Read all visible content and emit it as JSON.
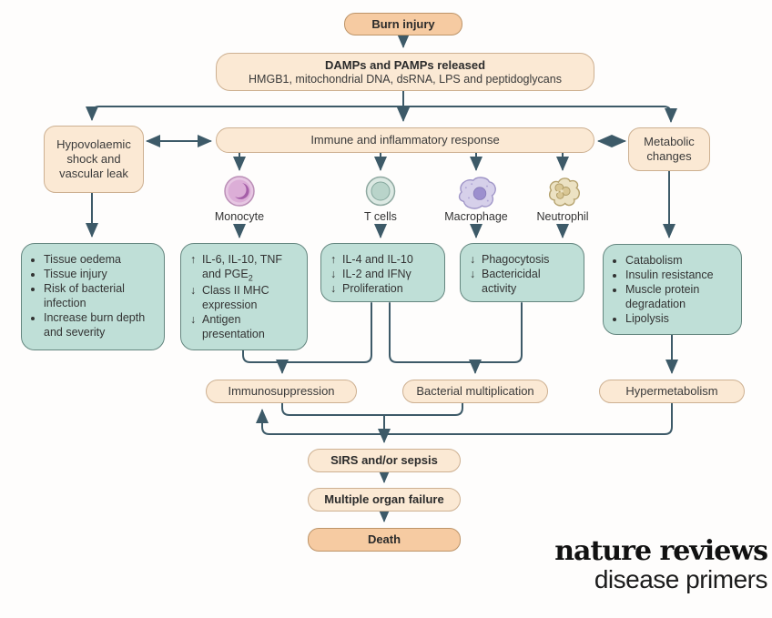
{
  "figure": {
    "burn": "Burn injury",
    "damps": {
      "title": "DAMPs and PAMPs released",
      "detail": "HMGB1, mitochondrial DNA, dsRNA, LPS and peptidoglycans"
    },
    "hypovolaemic": "Hypovolaemic shock and vascular leak",
    "immune": "Immune and inflammatory response",
    "metabolic": "Metabolic changes",
    "cells": {
      "monocyte": "Monocyte",
      "tcells": "T cells",
      "macrophage": "Macrophage",
      "neutrophil": "Neutrophil"
    },
    "shock_effects": [
      "Tissue oedema",
      "Tissue injury",
      "Risk of bacterial infection",
      "Increase burn depth and severity"
    ],
    "monocyte_effects": [
      {
        "glyph": "↑",
        "text": "IL-6, IL-10, TNF and PGE",
        "sub": "2"
      },
      {
        "glyph": "↓",
        "text": "Class II MHC expression"
      },
      {
        "glyph": "↓",
        "text": "Antigen presentation"
      }
    ],
    "tcell_effects": [
      {
        "glyph": "↑",
        "text": "IL-4 and IL-10"
      },
      {
        "glyph": "↓",
        "text": "IL-2 and IFNγ"
      },
      {
        "glyph": "↓",
        "text": "Proliferation"
      }
    ],
    "phagocyte_effects": [
      {
        "glyph": "↓",
        "text": "Phagocytosis"
      },
      {
        "glyph": "↓",
        "text": "Bactericidal activity"
      }
    ],
    "metabolic_effects": [
      "Catabolism",
      "Insulin resistance",
      "Muscle protein degradation",
      "Lipolysis"
    ],
    "outcomes": {
      "immunosuppression": "Immunosuppression",
      "bacterial": "Bacterial multiplication",
      "hypermetabolism": "Hypermetabolism",
      "sirs": "SIRS and/or sepsis",
      "organ_failure": "Multiple organ failure",
      "death": "Death"
    },
    "logo": {
      "line1": "nature reviews",
      "line2": "disease primers"
    },
    "colors": {
      "accent_dark": "#f6cba2",
      "accent_light": "#fbe9d4",
      "green": "#bfdfd7",
      "line": "#3d5a68"
    }
  }
}
